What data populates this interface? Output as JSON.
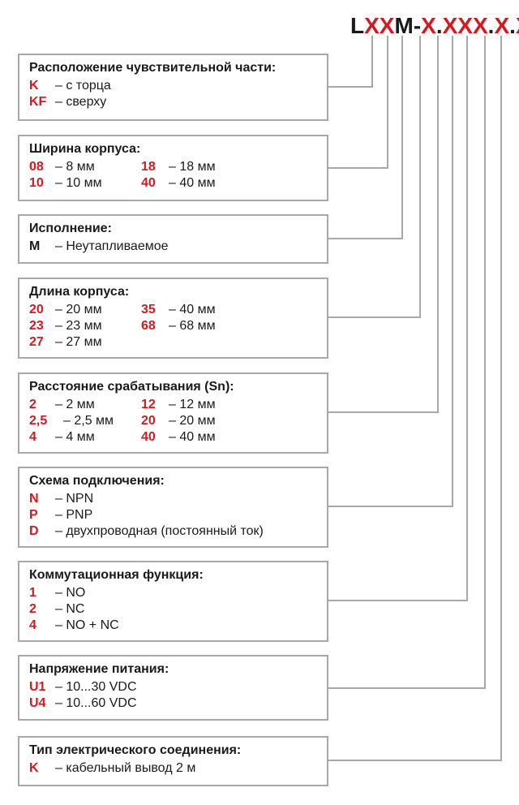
{
  "code": {
    "chars": [
      {
        "text": "L",
        "color": "black"
      },
      {
        "text": "X",
        "color": "red"
      },
      {
        "text": "X",
        "color": "red"
      },
      {
        "text": "M",
        "color": "black"
      },
      {
        "text": "-",
        "color": "black"
      },
      {
        "text": "X",
        "color": "red"
      },
      {
        "text": ".",
        "color": "black"
      },
      {
        "text": "X",
        "color": "red"
      },
      {
        "text": "X",
        "color": "red"
      },
      {
        "text": "X",
        "color": "red"
      },
      {
        "text": ".",
        "color": "black"
      },
      {
        "text": "X",
        "color": "red"
      },
      {
        "text": ".",
        "color": "black"
      },
      {
        "text": "X",
        "color": "red"
      }
    ]
  },
  "colors": {
    "accent": "#d6191f",
    "text": "#1a1a1a",
    "border": "#a8a8a8"
  },
  "boxes": [
    {
      "title": "Расположение чувствительной части:",
      "items": [
        {
          "code": "K",
          "desc": "– с торца"
        },
        {
          "code": "KF",
          "desc": "– сверху"
        }
      ]
    },
    {
      "title": "Ширина корпуса:",
      "items": [
        {
          "code": "08",
          "desc": "– 8 мм",
          "code2": "18",
          "desc2": "– 18 мм"
        },
        {
          "code": "10",
          "desc": "– 10 мм",
          "code2": "40",
          "desc2": "– 40 мм"
        }
      ]
    },
    {
      "title": "Исполнение:",
      "items": [
        {
          "code": "M",
          "desc": "– Неутапливаемое",
          "black": true
        }
      ]
    },
    {
      "title": "Длина корпуса:",
      "items": [
        {
          "code": "20",
          "desc": "– 20 мм",
          "code2": "35",
          "desc2": "– 40 мм"
        },
        {
          "code": "23",
          "desc": "– 23 мм",
          "code2": "68",
          "desc2": "– 68 мм"
        },
        {
          "code": "27",
          "desc": "– 27 мм"
        }
      ]
    },
    {
      "title": "Расстояние срабатывания (Sn):",
      "items": [
        {
          "code": "2",
          "desc": "– 2 мм",
          "code2": "12",
          "desc2": "– 12 мм"
        },
        {
          "code": "2,5",
          "desc": "– 2,5 мм",
          "code2": "20",
          "desc2": "– 20 мм"
        },
        {
          "code": "4",
          "desc": "– 4 мм",
          "code2": "40",
          "desc2": "– 40 мм"
        }
      ]
    },
    {
      "title": "Схема подключения:",
      "items": [
        {
          "code": "N",
          "desc": "– NPN"
        },
        {
          "code": "P",
          "desc": "– PNP"
        },
        {
          "code": "D",
          "desc": "– двухпроводная (постоянный ток)"
        }
      ]
    },
    {
      "title": "Коммутационная функция:",
      "items": [
        {
          "code": "1",
          "desc": "– NO"
        },
        {
          "code": "2",
          "desc": "– NC"
        },
        {
          "code": "4",
          "desc": "– NO + NC"
        }
      ]
    },
    {
      "title": "Напряжение питания:",
      "items": [
        {
          "code": "U1",
          "desc": "– 10...30 VDC"
        },
        {
          "code": "U4",
          "desc": "– 10...60 VDC"
        }
      ]
    },
    {
      "title": "Тип электрического соединения:",
      "items": [
        {
          "code": "K",
          "desc": "– кабельный вывод 2 м"
        }
      ]
    }
  ]
}
